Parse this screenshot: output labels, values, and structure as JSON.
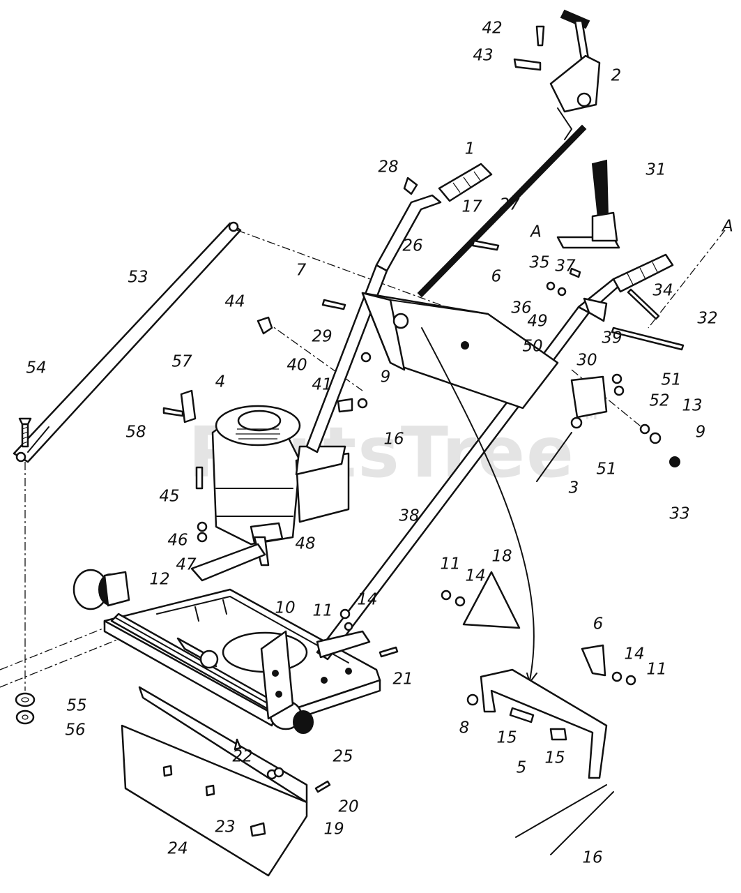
{
  "watermark": {
    "text": "PartsTree",
    "mark": "TM"
  },
  "callouts": [
    {
      "id": "1",
      "text": "1"
    },
    {
      "id": "2",
      "text": "2"
    },
    {
      "id": "3",
      "text": "3"
    },
    {
      "id": "4",
      "text": "4"
    },
    {
      "id": "5",
      "text": "5"
    },
    {
      "id": "6a",
      "text": "6"
    },
    {
      "id": "6b",
      "text": "6"
    },
    {
      "id": "7",
      "text": "7"
    },
    {
      "id": "8",
      "text": "8"
    },
    {
      "id": "9a",
      "text": "9"
    },
    {
      "id": "9b",
      "text": "9"
    },
    {
      "id": "10",
      "text": "10"
    },
    {
      "id": "11a",
      "text": "11"
    },
    {
      "id": "11b",
      "text": "11"
    },
    {
      "id": "11c",
      "text": "11"
    },
    {
      "id": "12",
      "text": "12"
    },
    {
      "id": "13",
      "text": "13"
    },
    {
      "id": "14a",
      "text": "14"
    },
    {
      "id": "14b",
      "text": "14"
    },
    {
      "id": "14c",
      "text": "14"
    },
    {
      "id": "15a",
      "text": "15"
    },
    {
      "id": "15b",
      "text": "15"
    },
    {
      "id": "16a",
      "text": "16"
    },
    {
      "id": "16b",
      "text": "16"
    },
    {
      "id": "17",
      "text": "17"
    },
    {
      "id": "18",
      "text": "18"
    },
    {
      "id": "19",
      "text": "19"
    },
    {
      "id": "20",
      "text": "20"
    },
    {
      "id": "21",
      "text": "21"
    },
    {
      "id": "22",
      "text": "22"
    },
    {
      "id": "23",
      "text": "23"
    },
    {
      "id": "24",
      "text": "24"
    },
    {
      "id": "25",
      "text": "25"
    },
    {
      "id": "26",
      "text": "26"
    },
    {
      "id": "27",
      "text": "27"
    },
    {
      "id": "28",
      "text": "28"
    },
    {
      "id": "29",
      "text": "29"
    },
    {
      "id": "30",
      "text": "30"
    },
    {
      "id": "31",
      "text": "31"
    },
    {
      "id": "32",
      "text": "32"
    },
    {
      "id": "33",
      "text": "33"
    },
    {
      "id": "34",
      "text": "34"
    },
    {
      "id": "35",
      "text": "35"
    },
    {
      "id": "36",
      "text": "36"
    },
    {
      "id": "37",
      "text": "37"
    },
    {
      "id": "38",
      "text": "38"
    },
    {
      "id": "39",
      "text": "39"
    },
    {
      "id": "40",
      "text": "40"
    },
    {
      "id": "41",
      "text": "41"
    },
    {
      "id": "42",
      "text": "42"
    },
    {
      "id": "43",
      "text": "43"
    },
    {
      "id": "44",
      "text": "44"
    },
    {
      "id": "45",
      "text": "45"
    },
    {
      "id": "46",
      "text": "46"
    },
    {
      "id": "47",
      "text": "47"
    },
    {
      "id": "48",
      "text": "48"
    },
    {
      "id": "49",
      "text": "49"
    },
    {
      "id": "50",
      "text": "50"
    },
    {
      "id": "51a",
      "text": "51"
    },
    {
      "id": "51b",
      "text": "51"
    },
    {
      "id": "52",
      "text": "52"
    },
    {
      "id": "53",
      "text": "53"
    },
    {
      "id": "54",
      "text": "54"
    },
    {
      "id": "55",
      "text": "55"
    },
    {
      "id": "56",
      "text": "56"
    },
    {
      "id": "57",
      "text": "57"
    },
    {
      "id": "58",
      "text": "58"
    },
    {
      "id": "Aa",
      "text": "A"
    },
    {
      "id": "Ab",
      "text": "A"
    }
  ]
}
